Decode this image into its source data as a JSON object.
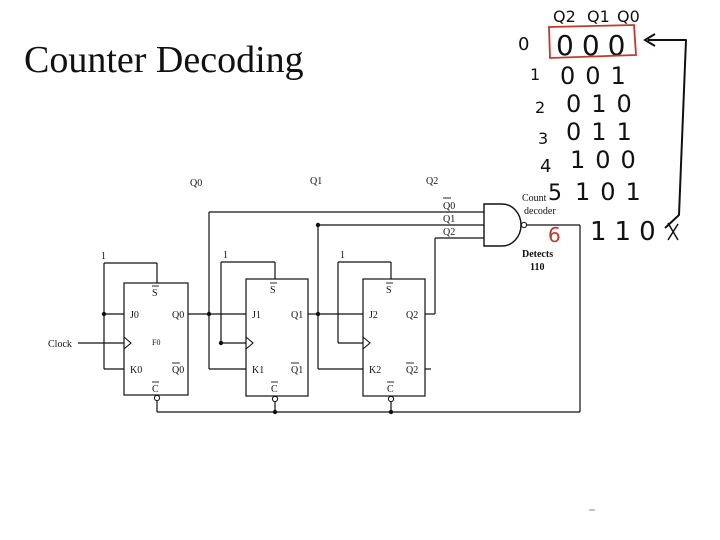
{
  "title": "Counter Decoding",
  "circuit": {
    "top_labels": [
      "Q0",
      "Q1",
      "Q2"
    ],
    "clock_label": "Clock",
    "one_label": "1",
    "flipflops": [
      {
        "j": "J0",
        "k": "K0",
        "q": "Q0",
        "qbar": "Q0",
        "s": "S",
        "c": "C",
        "clk": "F0"
      },
      {
        "j": "J1",
        "k": "K1",
        "q": "Q1",
        "qbar": "Q1",
        "s": "S",
        "c": "C"
      },
      {
        "j": "J2",
        "k": "K2",
        "q": "Q2",
        "qbar": "Q2",
        "s": "S",
        "c": "C"
      }
    ],
    "gate_inputs": [
      "Q0",
      "Q1",
      "Q2"
    ],
    "decoder_label_1": "Count",
    "decoder_label_2": "decoder",
    "detects_label_1": "Detects",
    "detects_label_2": "110"
  },
  "annotations": {
    "header": [
      "Q2",
      "Q1",
      "Q0"
    ],
    "rows": [
      {
        "n": "0",
        "bits": "000"
      },
      {
        "n": "1",
        "bits": "001"
      },
      {
        "n": "2",
        "bits": "010"
      },
      {
        "n": "3",
        "bits": "011"
      },
      {
        "n": "4",
        "bits": "100"
      },
      {
        "n": "5",
        "bits": "101"
      },
      {
        "n": "6",
        "bits": "110"
      }
    ],
    "ink_color": "#111111",
    "highlight_color": "#c0392b"
  }
}
